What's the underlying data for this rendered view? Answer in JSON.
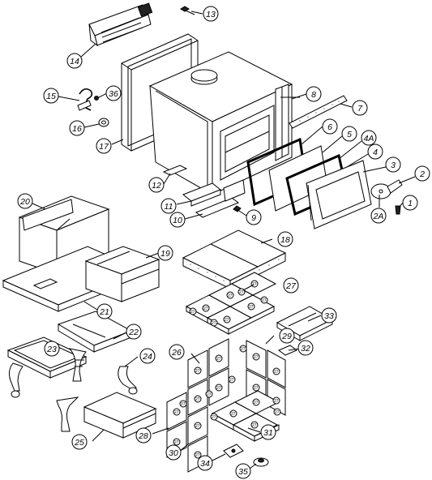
{
  "diagram": {
    "callouts": [
      "1",
      "2",
      "2A",
      "3",
      "4",
      "4A",
      "5",
      "6",
      "7",
      "8",
      "9",
      "10",
      "11",
      "12",
      "13",
      "14",
      "15",
      "16",
      "17",
      "18",
      "19",
      "20",
      "21",
      "22",
      "23",
      "24",
      "25",
      "26",
      "27",
      "28",
      "29",
      "30",
      "31",
      "32",
      "33",
      "34",
      "35",
      "36"
    ],
    "brick_marks": [
      "27",
      "27",
      "27",
      "27",
      "27",
      "27",
      "27",
      "27",
      "27",
      "27",
      "27",
      "27",
      "27",
      "27",
      "27",
      "27",
      "27",
      "27",
      "27",
      "27",
      "27",
      "27",
      "27",
      "27",
      "27",
      "27",
      "27",
      "27",
      "27",
      "27"
    ]
  }
}
